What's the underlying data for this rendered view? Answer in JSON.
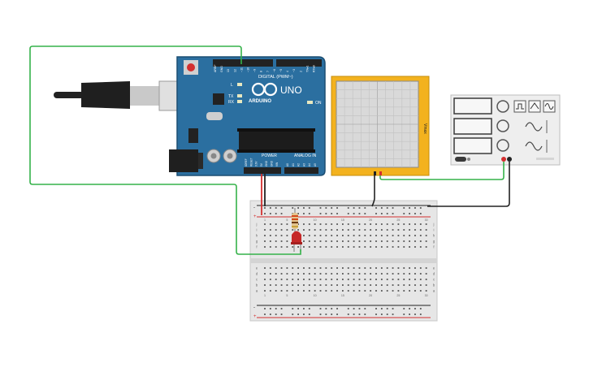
{
  "arduino": {
    "logo": "ARDUINO",
    "model": "UNO",
    "digital_label": "DIGITAL (PWM~)",
    "power_label": "POWER",
    "analog_label": "ANALOG IN",
    "on_label": "ON",
    "l_label": "L",
    "tx_label": "TX",
    "rx_label": "RX",
    "digital_pins": [
      "AREF",
      "GND",
      "13",
      "12",
      "~11",
      "~10",
      "~9",
      "8",
      "7",
      "~6",
      "~5",
      "4",
      "~3",
      "2",
      "TX▸1",
      "RX◂0"
    ],
    "power_pins": [
      "IOREF",
      "RESET",
      "3.3V",
      "5V",
      "GND",
      "GND",
      "VIN"
    ],
    "analog_pins": [
      "A0",
      "A1",
      "A2",
      "A3",
      "A4",
      "A5"
    ]
  },
  "oscilloscope": {
    "label": "Vmax"
  },
  "function_generator": {
    "label": ""
  },
  "breadboard": {
    "row_letters": [
      "a",
      "b",
      "c",
      "d",
      "e",
      "f",
      "g",
      "h",
      "i",
      "j"
    ],
    "column_numbers": [
      "1",
      "5",
      "10",
      "15",
      "20",
      "25",
      "30"
    ],
    "rail_plus": "+",
    "rail_minus": "-"
  },
  "colors": {
    "board": "#2b6fa0",
    "wire_green": "#35b24a",
    "wire_red": "#d32f2f",
    "wire_black": "#222222",
    "scope_frame": "#f3b21e",
    "breadboard": "#e6e6e6"
  }
}
